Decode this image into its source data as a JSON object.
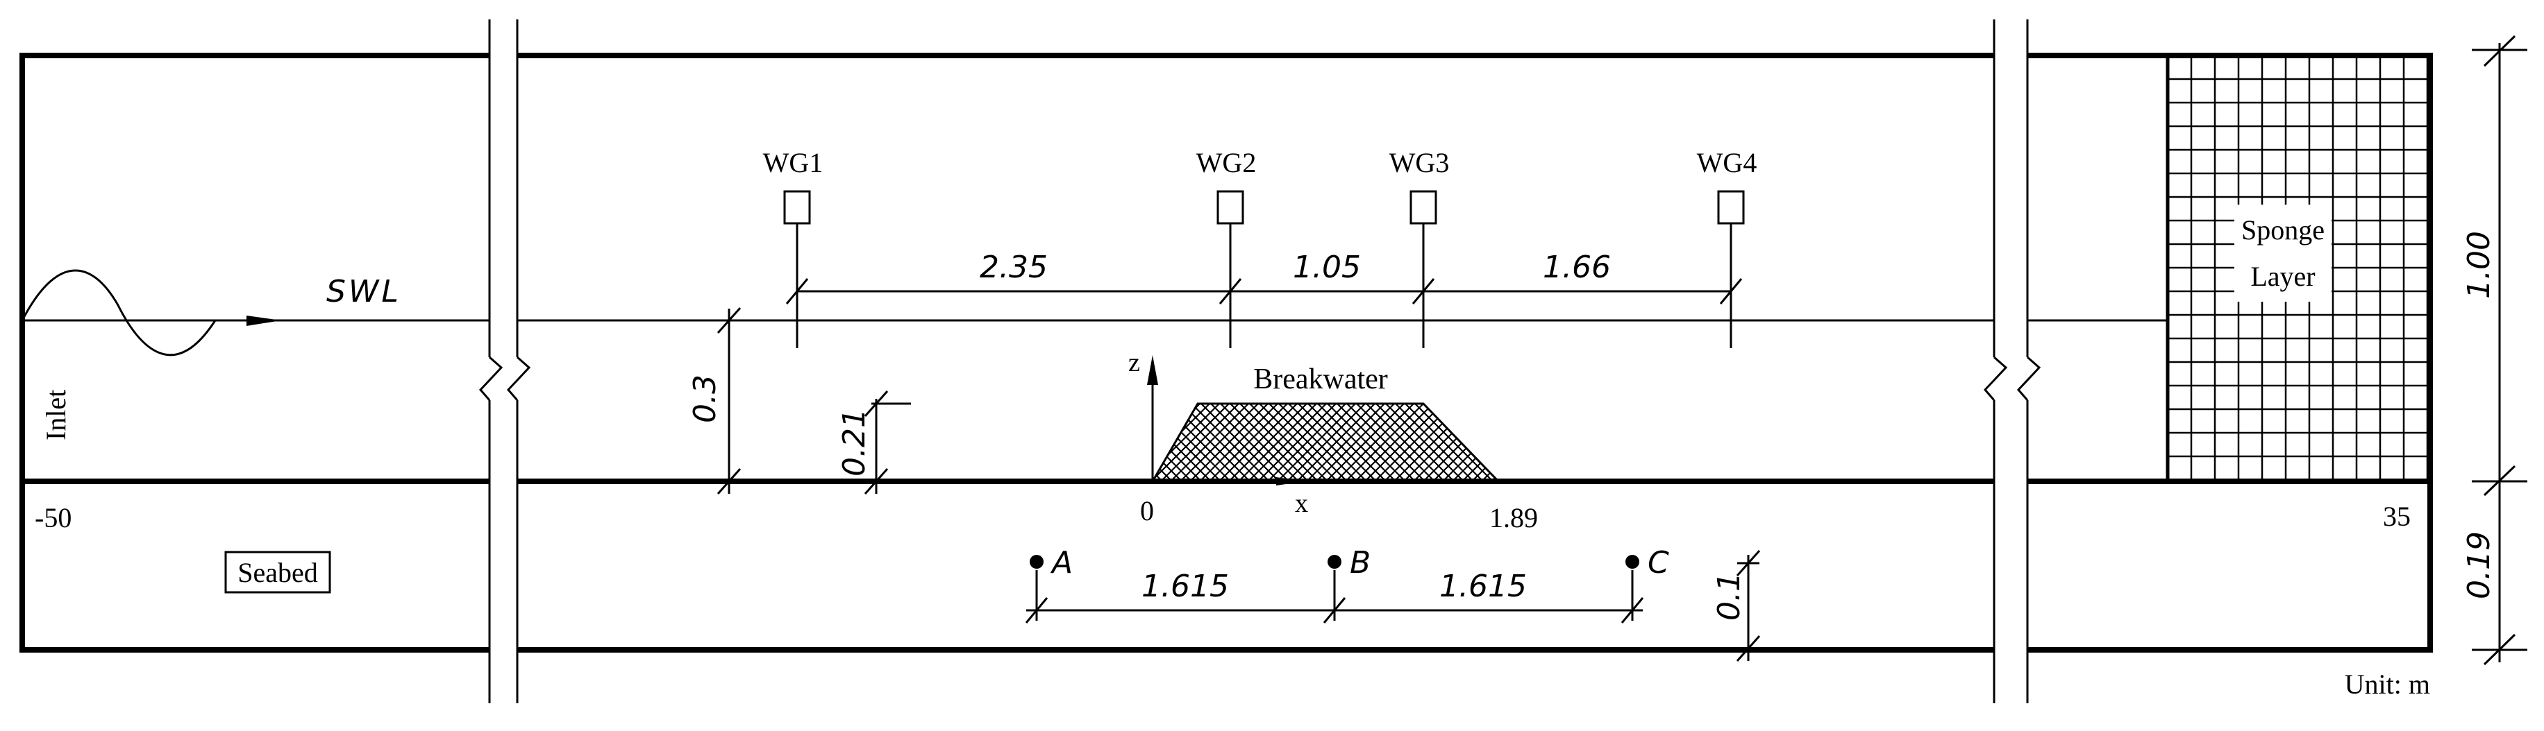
{
  "labels": {
    "inlet": "Inlet",
    "swl": "SWL",
    "seabed": "Seabed",
    "breakwater": "Breakwater",
    "sponge_line1": "Sponge",
    "sponge_line2": "Layer",
    "unit": "Unit: m",
    "z_axis": "z",
    "x_axis": "x"
  },
  "gauges": [
    {
      "label": "WG1"
    },
    {
      "label": "WG2"
    },
    {
      "label": "WG3"
    },
    {
      "label": "WG4"
    }
  ],
  "gauge_spacings": [
    "2.35",
    "1.05",
    "1.66"
  ],
  "points": [
    {
      "label": "A"
    },
    {
      "label": "B"
    },
    {
      "label": "C"
    }
  ],
  "point_spacings": [
    "1.615",
    "1.615"
  ],
  "coordinates": {
    "left_end": "-50",
    "origin": "0",
    "breakwater_end": "1.89",
    "right_end": "35"
  },
  "dimensions": {
    "water_depth": "0.3",
    "breakwater_height": "0.21",
    "point_depth": "0.1",
    "domain_height": "1.00",
    "seabed_depth": "0.19"
  }
}
